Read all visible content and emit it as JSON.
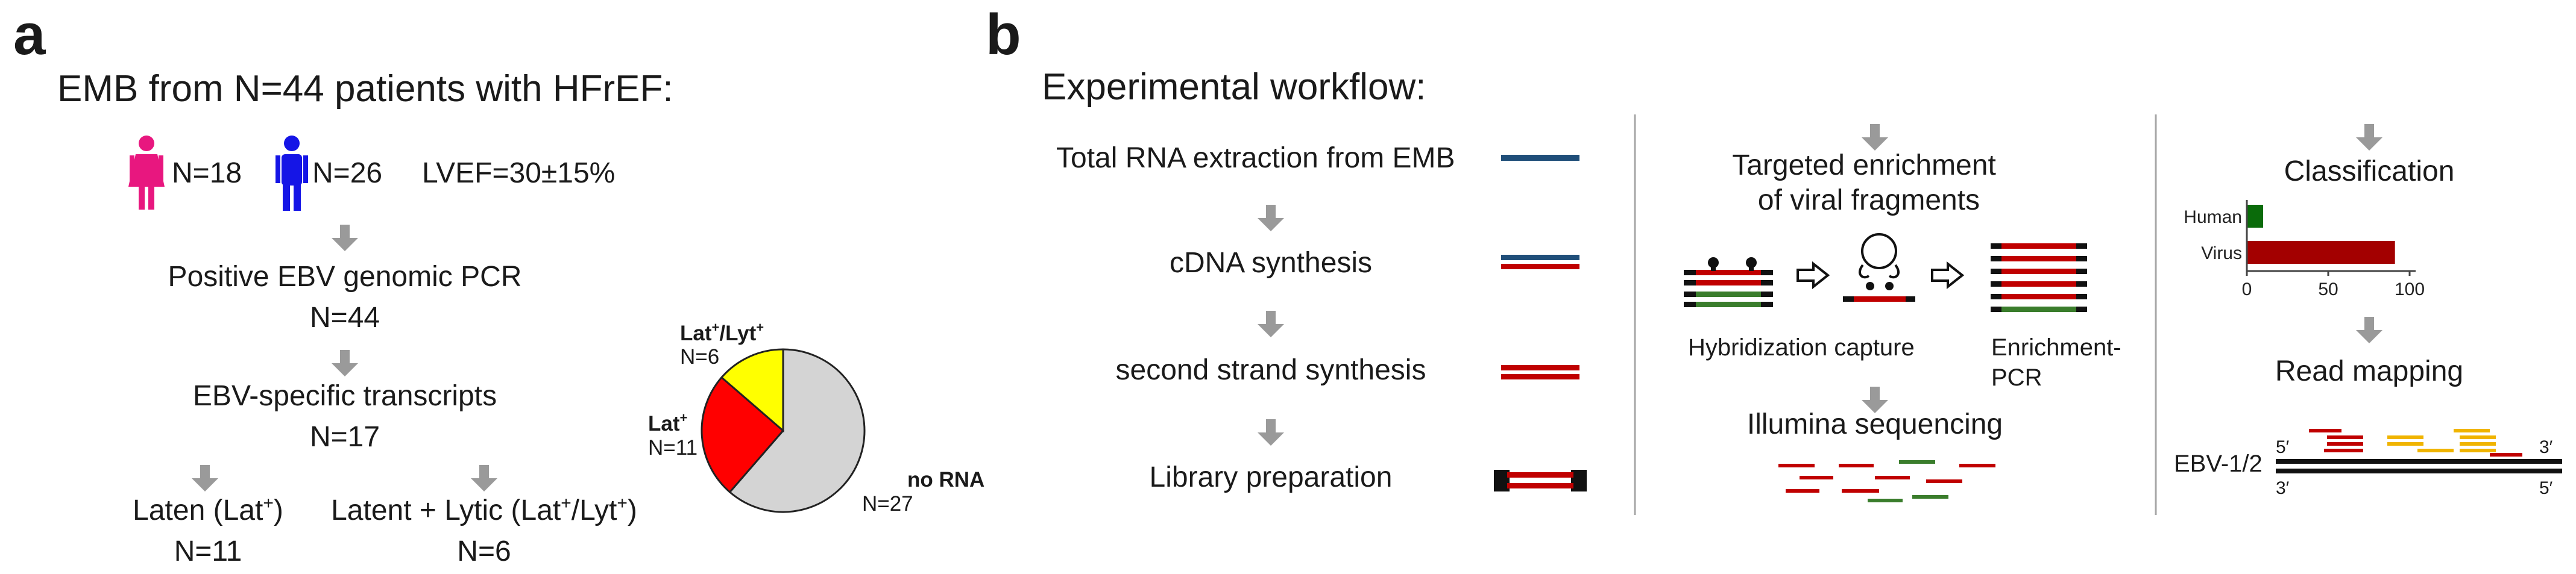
{
  "panel_a": {
    "letter": "a",
    "title": "EMB from N=44 patients with HFrEF:",
    "female_count": "N=18",
    "male_count": "N=26",
    "lvef": "LVEF=30±15%",
    "step1_label": "Positive EBV genomic PCR",
    "step1_n": "N=44",
    "step2_label": "EBV-specific transcripts",
    "step2_n": "N=17",
    "branch_left_label": "Laten (Lat",
    "branch_left_sup": "+",
    "branch_left_close": ")",
    "branch_left_n": "N=11",
    "branch_right_label": "Latent + Lytic (Lat",
    "branch_right_sup1": "+",
    "branch_right_mid": "/Lyt",
    "branch_right_sup2": "+",
    "branch_right_close": ")",
    "branch_right_n": "N=6",
    "colors": {
      "female": "#e8177f",
      "male": "#1515e6"
    }
  },
  "chart_data": {
    "type": "pie",
    "slices": [
      {
        "label": "no RNA",
        "n_label": "N=27",
        "value": 27,
        "color": "#d4d4d4"
      },
      {
        "label": "Lat+",
        "n_label": "N=11",
        "value": 11,
        "color": "#ff0000"
      },
      {
        "label": "Lat+/Lyt+",
        "n_label": "N=6",
        "value": 6,
        "color": "#ffff00"
      }
    ],
    "labels": {
      "norna_title": "no RNA",
      "norna_n": "N=27",
      "lat_base": "Lat",
      "lat_sup": "+",
      "lat_n": "N=11",
      "latlyt_base1": "Lat",
      "latlyt_sup1": "+",
      "latlyt_mid": "/Lyt",
      "latlyt_sup2": "+",
      "latlyt_n": "N=6"
    }
  },
  "panel_b": {
    "letter": "b",
    "title": "Experimental workflow:",
    "col1_steps": [
      "Total RNA extraction from EMB",
      "cDNA synthesis",
      "second strand synthesis",
      "Library preparation"
    ],
    "col2_title_line1": "Targeted enrichment",
    "col2_title_line2": "of viral fragments",
    "hybridization_label": "Hybridization capture",
    "enrichment_label_line1": "Enrichment-",
    "enrichment_label_line2": "PCR",
    "sequencing_label": "Illumina sequencing",
    "classification_title": "Classification",
    "read_mapping_title": "Read mapping",
    "genome_label": "EBV-1/2",
    "prime5": "5′",
    "prime3": "3′",
    "colors": {
      "rna": "#1f4e79",
      "dna": "#c00000",
      "green": "#3a7d2c",
      "gold": "#f0b400"
    }
  },
  "classification_chart": {
    "type": "bar",
    "orientation": "horizontal",
    "categories": [
      "Human",
      "Virus"
    ],
    "values": [
      10,
      91
    ],
    "colors": [
      "#0a6b0a",
      "#a30000"
    ],
    "ticks": [
      "0",
      "50",
      "100"
    ],
    "xlim": [
      0,
      100
    ]
  }
}
